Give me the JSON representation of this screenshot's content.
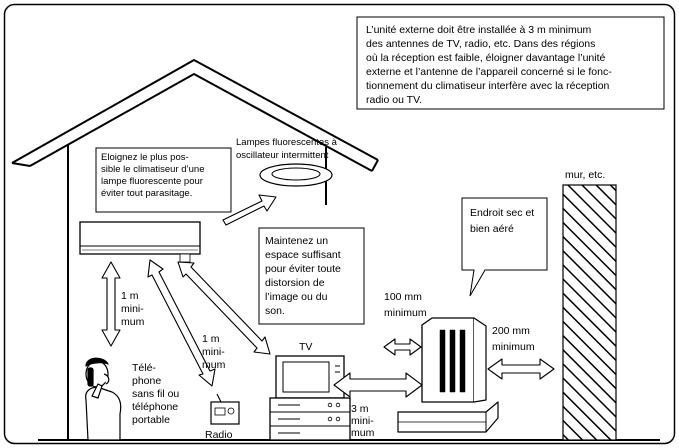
{
  "notice": {
    "lines": [
      "L’unité externe doit être installée à 3 m minimum",
      "des antennes de TV, radio, etc. Dans des régions",
      "où la réception est faible, éloigner davantage l’unité",
      "externe et l’antenne de l’appareil concerné si le fonc-",
      "tionnement du climatiseur interfère avec la réception",
      "radio ou TV."
    ]
  },
  "fluorescent_note": {
    "lines": [
      "Eloignez le plus pos-",
      "sible le climatiseur d’une",
      "lampe fluorescente pour",
      "éviter tout parasitage."
    ]
  },
  "lamp_label": {
    "lines": [
      "Lampes fluorescentes à",
      "oscillateur intermittent"
    ]
  },
  "spacing_note": {
    "lines": [
      "Maintenez un",
      "espace suffisant",
      "pour éviter toute",
      "distorsion de",
      "l’image ou du",
      "son."
    ]
  },
  "dry_note": {
    "lines": [
      "Endroit sec et",
      "bien aéré"
    ]
  },
  "wall_label": "mur, etc.",
  "dist_phone": {
    "lines": [
      "1 m",
      "mini-",
      "mum"
    ]
  },
  "dist_radio": {
    "lines": [
      "1 m",
      "mini-",
      "mum"
    ]
  },
  "dist_tv_outdoor": {
    "lines": [
      "3 m",
      "mini-",
      "mum"
    ]
  },
  "dist_top": {
    "lines": [
      "100 mm",
      "minimum"
    ]
  },
  "dist_side": {
    "lines": [
      "200 mm",
      "minimum"
    ]
  },
  "tv_label": "TV",
  "radio_label": "Radio",
  "phone_label": {
    "lines": [
      "Télé-",
      "phone",
      "sans fil ou",
      "téléphone",
      "portable"
    ]
  }
}
